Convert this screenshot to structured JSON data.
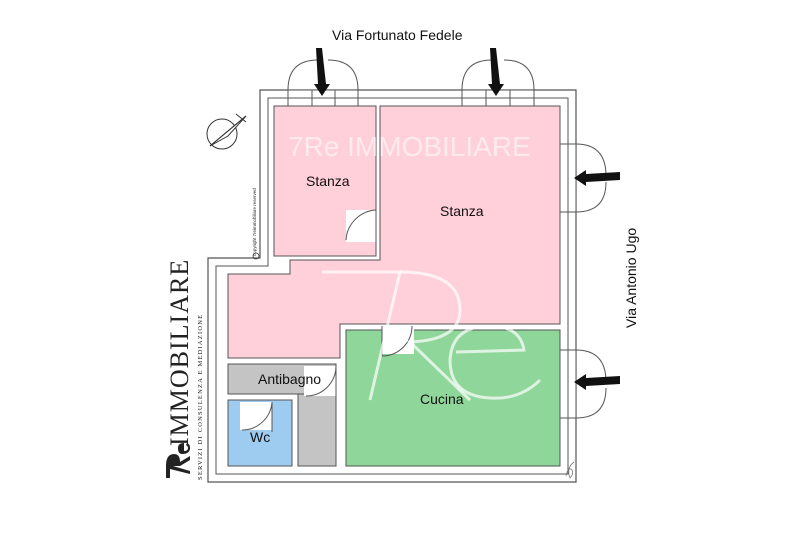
{
  "streets": {
    "top": "Via Fortunato Fedele",
    "right": "Via Antonio Ugo"
  },
  "rooms": [
    {
      "id": "stanza-small",
      "label": "Stanza",
      "color": "#ffd0da"
    },
    {
      "id": "stanza-large",
      "label": "Stanza",
      "color": "#ffd0da"
    },
    {
      "id": "cucina",
      "label": "Cucina",
      "color": "#8fd69a"
    },
    {
      "id": "antibagno",
      "label": "Antibagno",
      "color": "#c4c4c4"
    },
    {
      "id": "wc",
      "label": "Wc",
      "color": "#9ecbf0"
    }
  ],
  "watermark": {
    "text": "7Re IMMOBILIARE"
  },
  "brand": {
    "name": "IMMOBILIARE",
    "tagline": "SERVIZI DI CONSULENZA E MEDIAZIONE"
  },
  "copyright": "copyright 7reimmobiliare reserved",
  "colors": {
    "wall": "#555555",
    "hall": "#ffd0da",
    "arrow": "#111111"
  },
  "icons": [
    "compass-north-icon",
    "entrance-arrow-icon",
    "door-swing-icon",
    "window-icon",
    "logo-mark"
  ]
}
